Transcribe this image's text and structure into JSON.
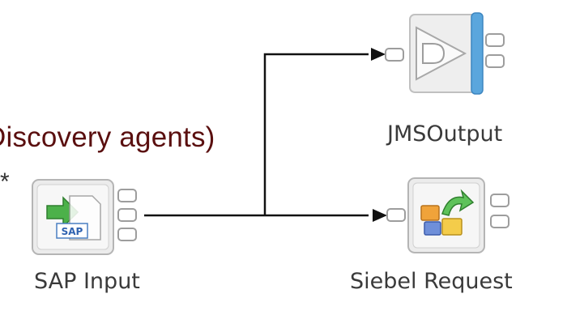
{
  "overlay": {
    "line1": "Discovery agents)",
    "line2": "*"
  },
  "nodes": {
    "sap_input": {
      "label": "SAP Input",
      "badge": "SAP"
    },
    "jms_output": {
      "label": "JMSOutput"
    },
    "siebel_request": {
      "label": "Siebel Request"
    }
  },
  "colors": {
    "connector": "#111111",
    "node_bg": "#eeeeee",
    "node_border": "#b8b8b8",
    "accent_blue": "#5aa6dd",
    "overlay_text": "#5a0f0f"
  }
}
